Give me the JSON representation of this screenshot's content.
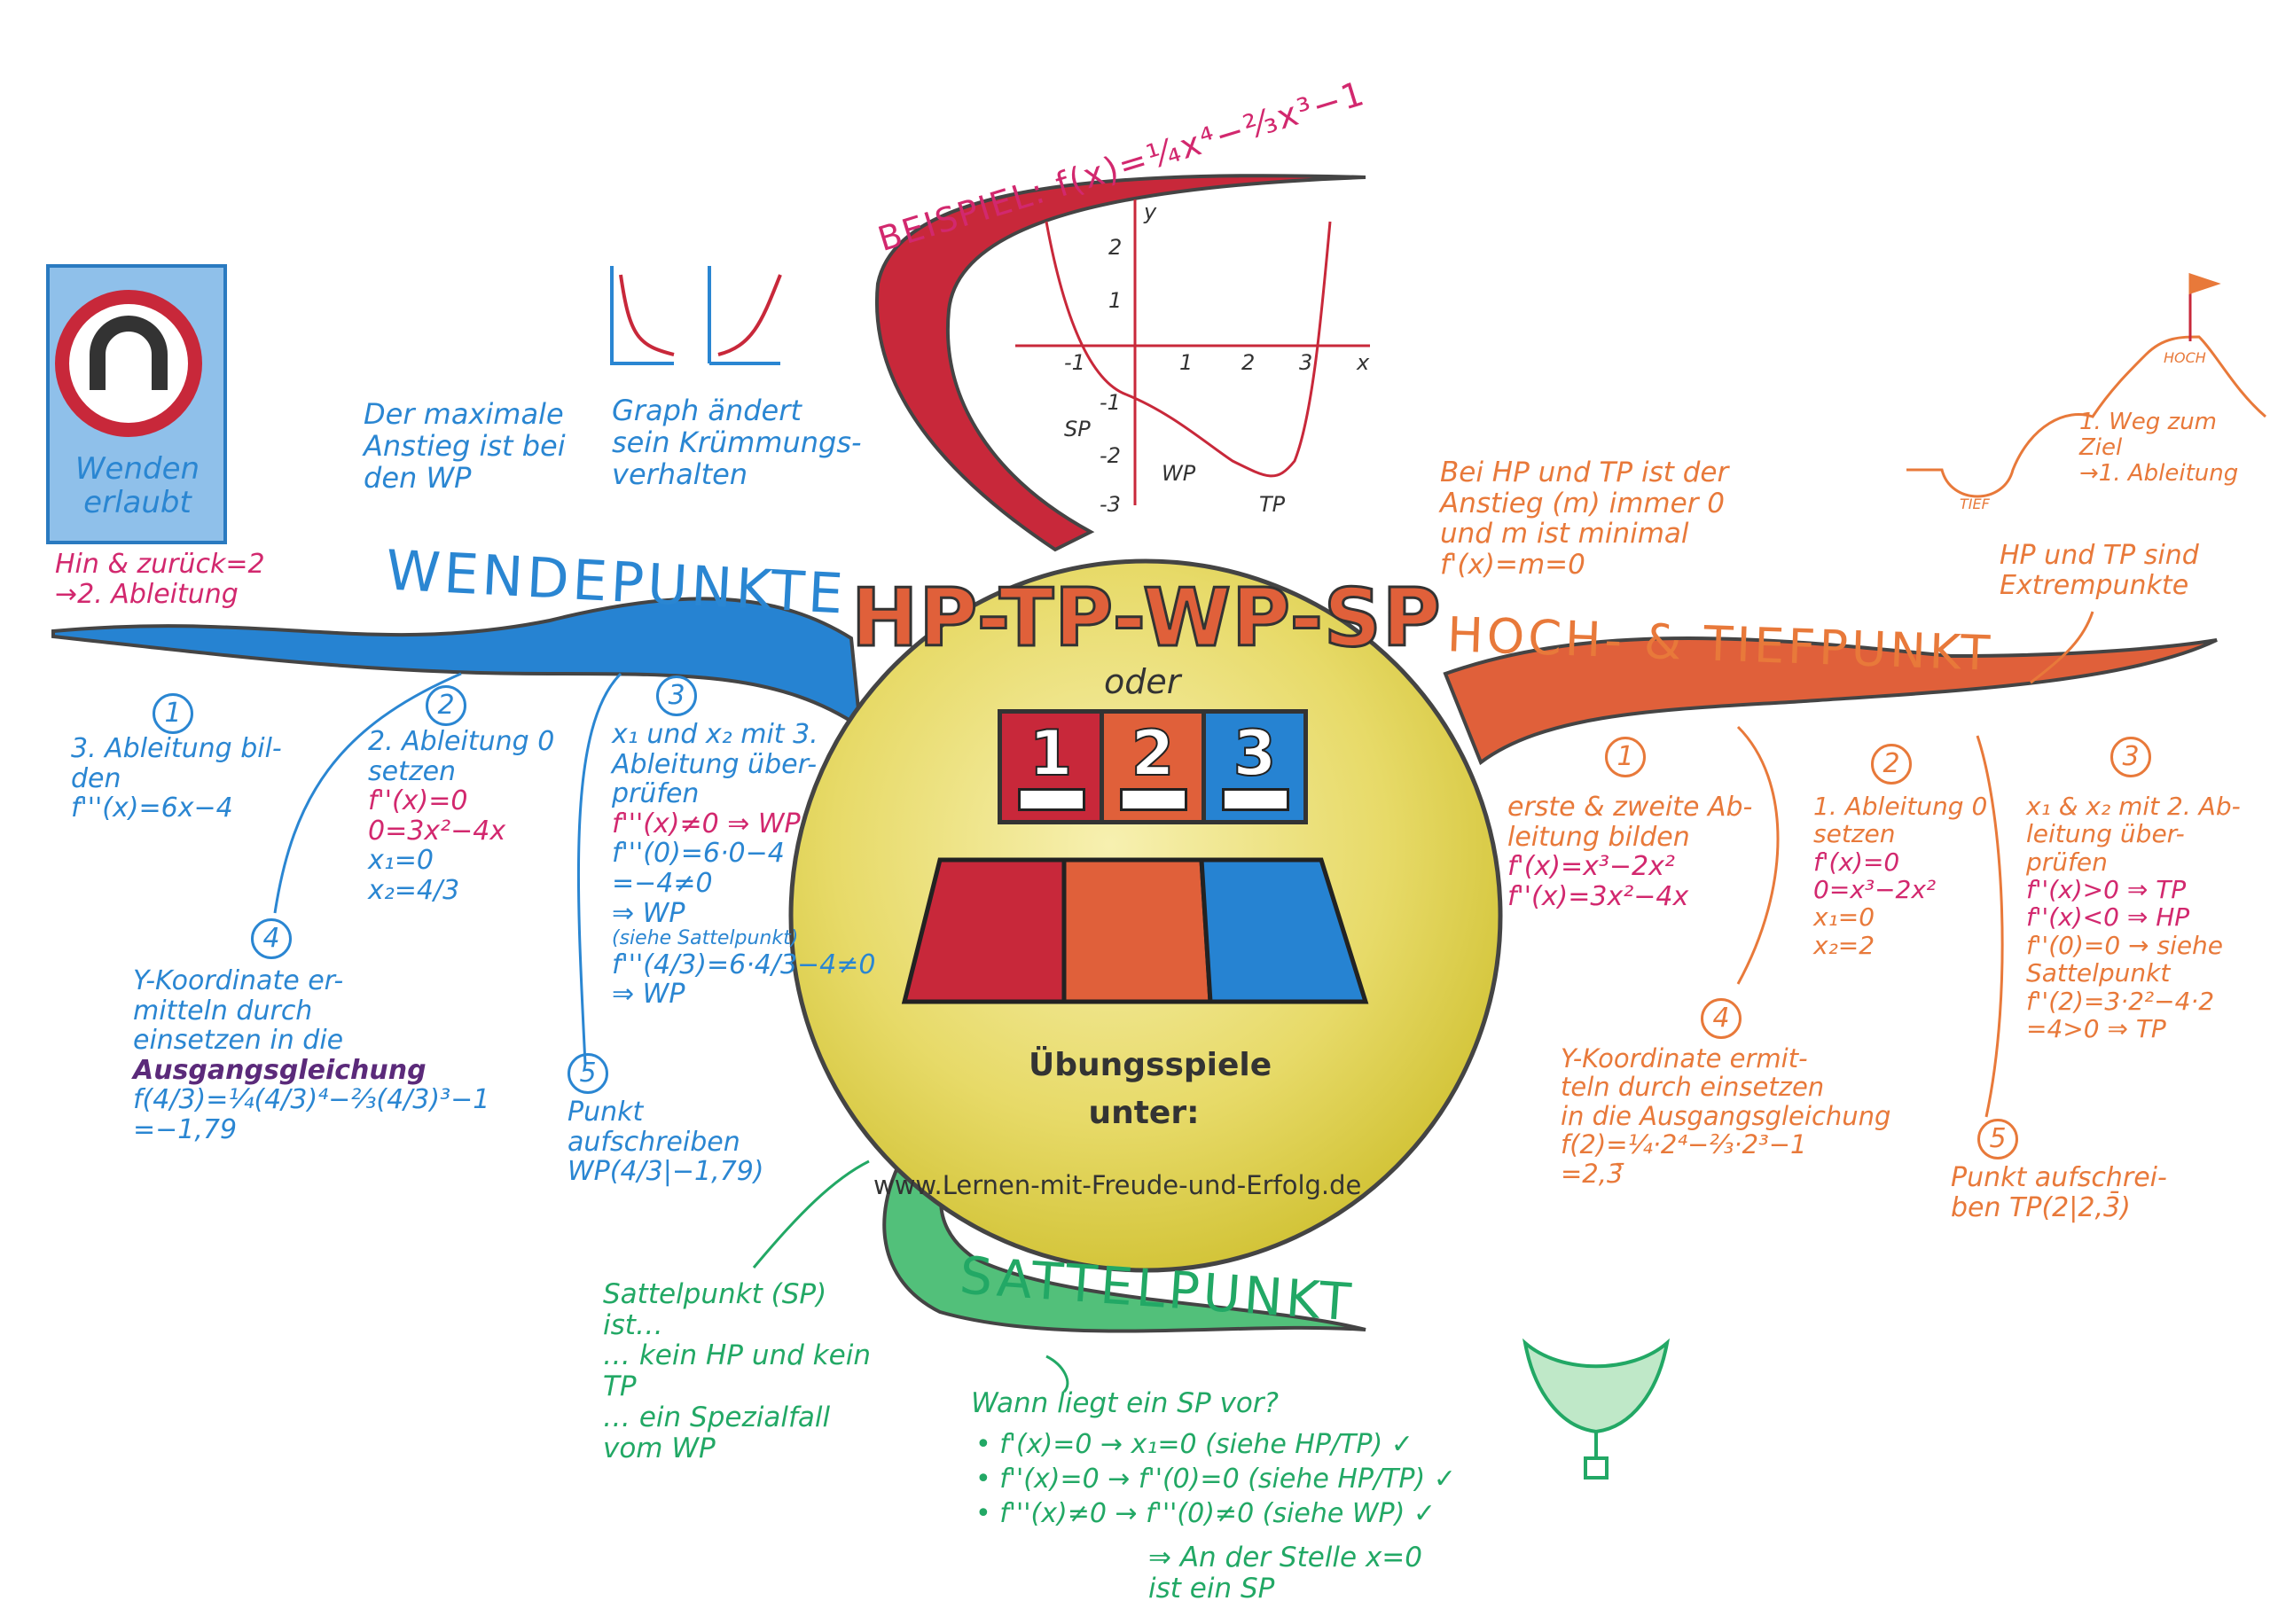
{
  "example": {
    "title": "BEISPIEL: f(x)=¼x⁴−⅔x³−1"
  },
  "graph": {
    "y_ticks": [
      "2",
      "1",
      "-1",
      "-2",
      "-3"
    ],
    "x_ticks": [
      "-1",
      "1",
      "2",
      "3"
    ],
    "axis_x": "x",
    "axis_y": "y",
    "points": [
      "SP",
      "WP",
      "TP"
    ]
  },
  "center": {
    "title": "HP-TP-WP-SP",
    "oder": "oder",
    "boxes": [
      "1",
      "2",
      "3"
    ],
    "games_line1": "Übungsspiele",
    "games_line2": "unter:",
    "url": "www.Lernen-mit-Freude-und-Erfolg.de"
  },
  "wendepunkte": {
    "heading": "WENDEPUNKTE",
    "sign": [
      "Wenden",
      "erlaubt"
    ],
    "hint": [
      "Hin & zurück=2",
      "→2. Ableitung"
    ],
    "note_max": [
      "Der maximale",
      "Anstieg ist bei",
      "den WP"
    ],
    "note_curve": [
      "Graph ändert",
      "sein Krümmungs-",
      "verhalten"
    ],
    "steps": [
      {
        "n": "1",
        "lines": [
          "3. Ableitung bil-",
          "den",
          "f'''(x)=6x−4"
        ]
      },
      {
        "n": "2",
        "lines": [
          "2. Ableitung 0",
          "setzen",
          "f''(x)=0",
          "0=3x²−4x",
          "x₁=0",
          "x₂=4/3"
        ]
      },
      {
        "n": "3",
        "lines": [
          "x₁ und x₂ mit 3.",
          "Ableitung über-",
          "prüfen",
          "f'''(x)≠0 ⇒ WP",
          "f'''(0)=6·0−4",
          "   =−4≠0",
          "   ⇒ WP",
          "(siehe Sattelpunkt)",
          "f'''(4/3)=6·4/3−4≠0",
          "   ⇒ WP"
        ]
      },
      {
        "n": "4",
        "lines": [
          "Y-Koordinate er-",
          "mitteln durch",
          "einsetzen in die",
          "Ausgangsgleichung",
          "f(4/3)=¼(4/3)⁴−⅔(4/3)³−1",
          "   =−1,79"
        ]
      },
      {
        "n": "5",
        "lines": [
          "Punkt",
          "aufschreiben",
          "WP(4/3|−1,79)"
        ]
      }
    ]
  },
  "hochtief": {
    "heading": "HOCH- & TIEFPUNKT",
    "note_slope": [
      "Bei HP und TP ist der",
      "Anstieg (m) immer 0",
      "und m ist minimal",
      "f'(x)=m=0"
    ],
    "note_extrema": [
      "HP und TP sind",
      "Extrempunkte"
    ],
    "mountain": {
      "peak": "HOCH",
      "valley": "TIEF",
      "caption": [
        "1. Weg zum",
        "Ziel",
        "→1. Ableitung"
      ]
    },
    "steps": [
      {
        "n": "1",
        "lines": [
          "erste & zweite Ab-",
          "leitung bilden",
          "f'(x)=x³−2x²",
          "f''(x)=3x²−4x"
        ]
      },
      {
        "n": "2",
        "lines": [
          "1. Ableitung 0",
          "setzen",
          "f'(x)=0",
          "0=x³−2x²",
          "x₁=0",
          "x₂=2"
        ]
      },
      {
        "n": "3",
        "lines": [
          "x₁ & x₂ mit 2. Ab-",
          "leitung über-",
          "prüfen",
          "f''(x)>0 ⇒ TP",
          "f''(x)<0 ⇒ HP",
          "f''(0)=0 → siehe",
          "Sattelpunkt",
          "f''(2)=3·2²−4·2",
          "   =4>0 ⇒ TP"
        ]
      },
      {
        "n": "4",
        "lines": [
          "Y-Koordinate ermit-",
          "teln durch einsetzen",
          "in die Ausgangsgleichung",
          "f(2)=¼·2⁴−⅔·2³−1",
          "   =2,3̄"
        ]
      },
      {
        "n": "5",
        "lines": [
          "Punkt aufschrei-",
          "ben TP(2|2,3̄)"
        ]
      }
    ]
  },
  "sattelpunkt": {
    "heading": "SATTELPUNKT",
    "definition": [
      "Sattelpunkt (SP)",
      "ist…",
      "… kein HP und kein",
      "   TP",
      "… ein Spezialfall",
      "   vom WP"
    ],
    "question": "Wann liegt ein SP vor?",
    "conditions": [
      "• f'(x)=0 → x₁=0 (siehe HP/TP) ✓",
      "• f''(x)=0 → f''(0)=0 (siehe HP/TP) ✓",
      "• f'''(x)≠0 → f'''(0)≠0 (siehe WP) ✓"
    ],
    "conclusion": [
      "⇒ An der Stelle x=0",
      "ist ein SP"
    ]
  },
  "colors": {
    "blue": "#2a86d2",
    "red": "#c8283a",
    "orange": "#e0603a",
    "green": "#4fbf70",
    "yellow": "#e6d860"
  }
}
